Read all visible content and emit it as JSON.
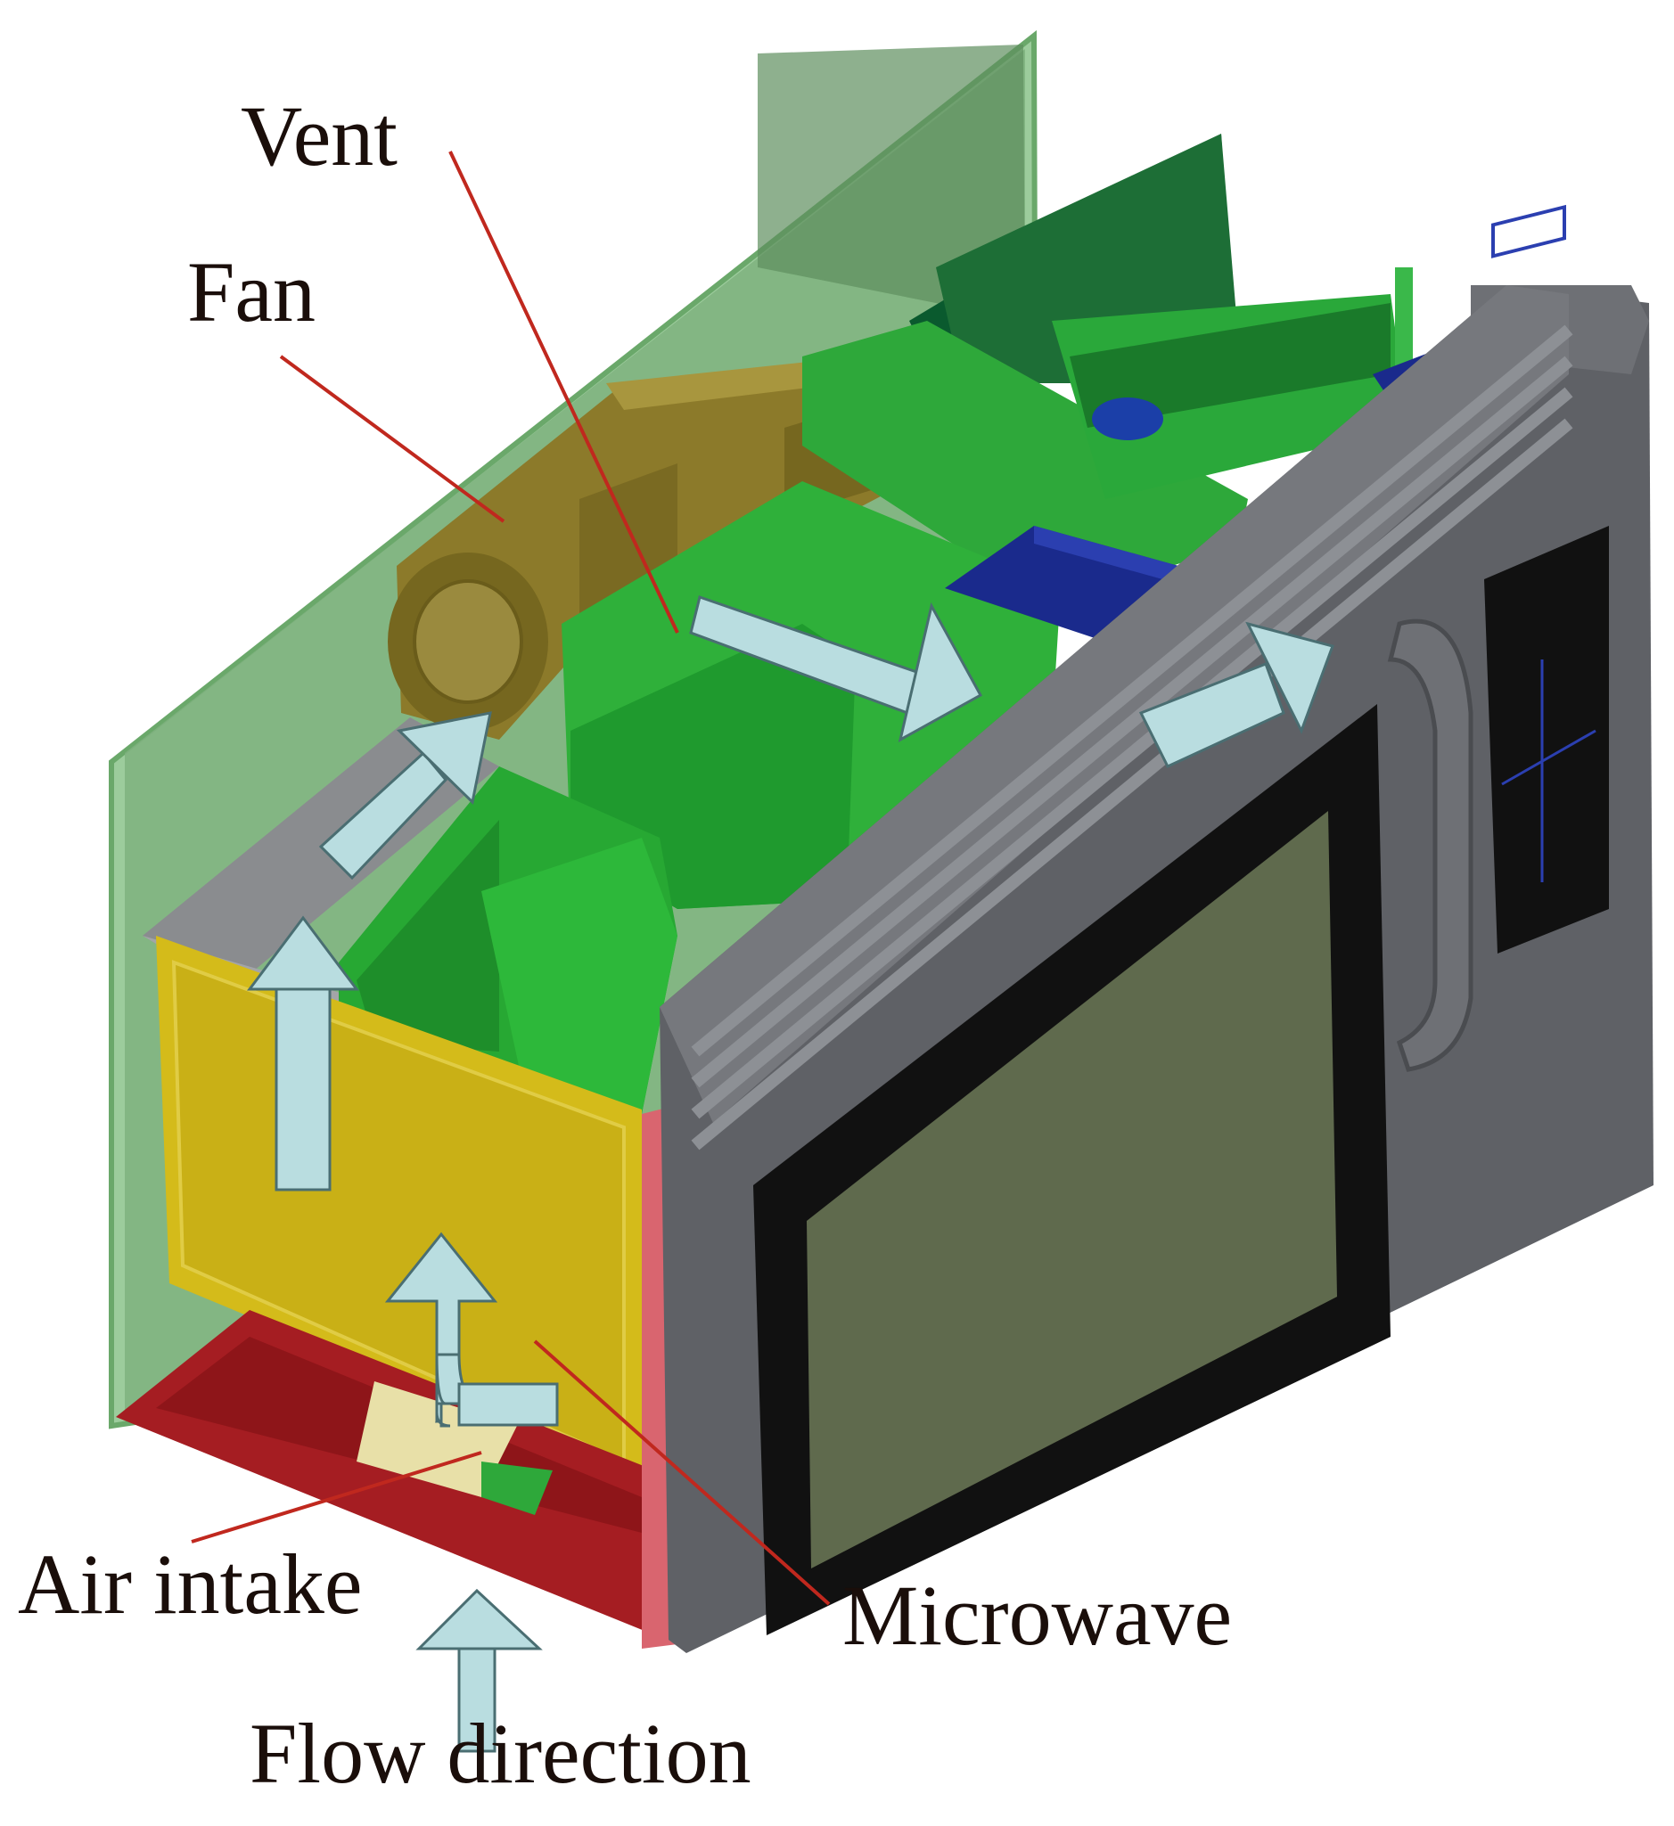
{
  "labels": {
    "vent": "Vent",
    "fan": "Fan",
    "air_intake": "Air intake",
    "microwave": "Microwave",
    "flow_direction": "Flow direction"
  },
  "colors": {
    "back_panel": "#7fb27f",
    "fan_housing": "#8c7a2a",
    "duct_green": "#2ea83a",
    "cavity_yellow": "#d4bb1a",
    "base_red": "#a51d22",
    "front_grey": "#5f6166",
    "window": "#5f6a4d",
    "pointer_line": "#c0281e",
    "flow_arrow": "#b9dde0"
  }
}
